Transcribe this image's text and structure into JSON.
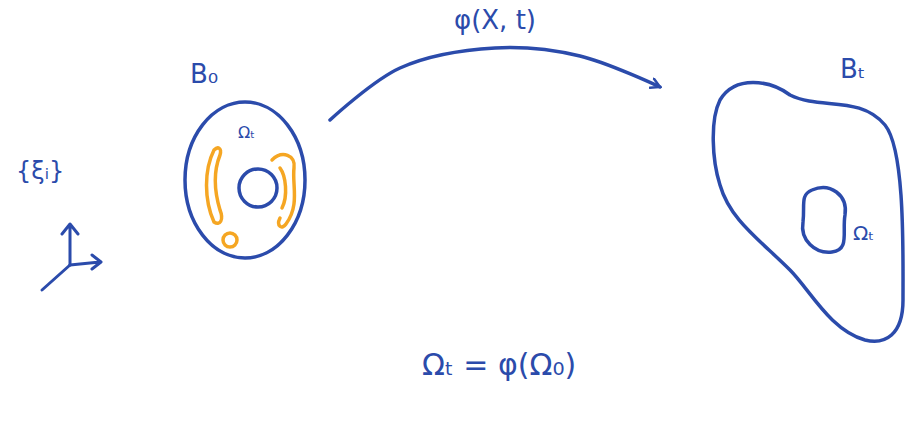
{
  "diagram": {
    "nodes": [
      {
        "text": [
          "B₀"
        ]
      },
      {
        "text": [
          "Bₜ"
        ]
      },
      {
        "text": [
          "Ωₜ"
        ],
        "in": 1
      }
    ],
    "edges": [
      {
        "from": 0,
        "to": 1,
        "arrow": "to",
        "label": "φ(X, t)"
      }
    ],
    "labels": [
      "{ξᵢ}",
      "Ωₜ",
      "Ωₜ = φ(Ω₀)"
    ]
  }
}
